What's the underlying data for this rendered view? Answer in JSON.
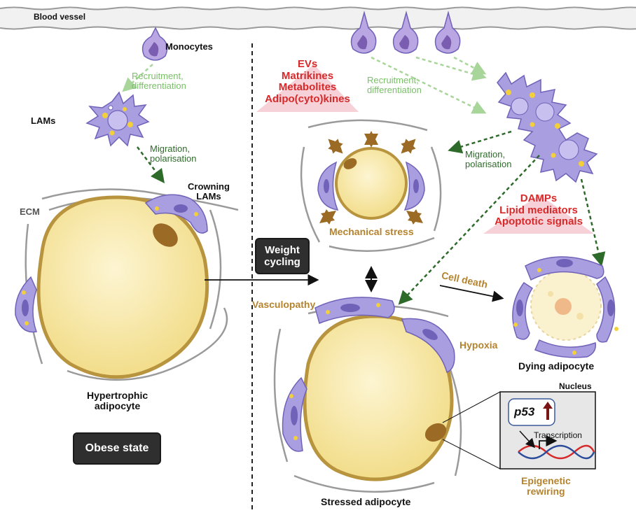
{
  "labels": {
    "blood_vessel": "Blood vessel",
    "monocytes": "Monocytes",
    "recruitment_left": "Recruitment,\ndifferentiation",
    "recruitment_right": "Recruitment,\ndifferentiation",
    "lams": "LAMs",
    "migration_left": "Migration,\npolarisation",
    "migration_right": "Migration,\npolarisation",
    "crowning_lams": "Crowning\nLAMs",
    "ecm": "ECM",
    "hypertrophic": "Hypertrophic\nadipocyte",
    "obese_state": "Obese state",
    "weight_cycling": "Weight\ncycling",
    "signals_top": "EVs\nMatrikines\nMetabolites\nAdipo(cyto)kines",
    "mechanical_stress": "Mechanical stress",
    "damps": "DAMPs\nLipid mediators\nApoptotic signals",
    "cell_death": "Cell death",
    "dying_adipocyte": "Dying adipocyte",
    "vasculopathy": "Vasculopathy",
    "hypoxia": "Hypoxia",
    "nucleus": "Nucleus",
    "p53": "p53",
    "transcription": "Transcription",
    "epigenetic": "Epigenetic\nrewiring",
    "stressed_adipocyte": "Stressed adipocyte"
  },
  "colors": {
    "adipocyte_fill": "#f7e7a3",
    "adipocyte_rim": "#b8943f",
    "macrophage": "#a99ee0",
    "macrophage_dark": "#6f62b8",
    "lipid_droplet": "#f3cf3a",
    "fibre": "#9a9a9a",
    "light_green": "#a8d59a",
    "dark_green": "#2e6b2a",
    "brown_arrow": "#9b6a24",
    "red_text": "#d62a2a",
    "pink_triangle": "#f6c9d1"
  }
}
